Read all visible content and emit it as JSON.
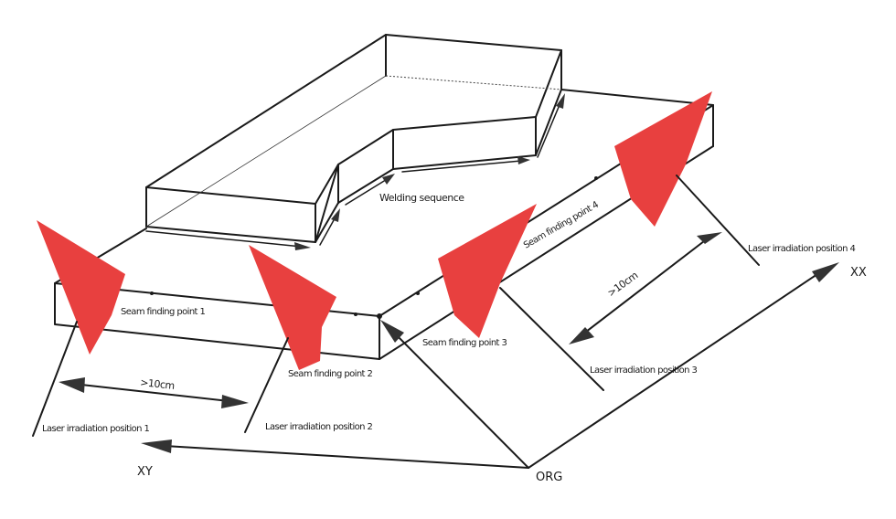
{
  "diagram": {
    "title": "Laser seam finding and irradiation positions",
    "labels": {
      "welding_sequence": "Welding sequence",
      "seam_point_1": "Seam finding point 1",
      "seam_point_2": "Seam finding point 2",
      "seam_point_3": "Seam finding point 3",
      "seam_point_4": "Seam finding point 4",
      "laser_pos_1": "Laser irradiation position 1",
      "laser_pos_2": "Laser irradiation position 2",
      "laser_pos_3": "Laser irradiation position 3",
      "laser_pos_4": "Laser irradiation position 4",
      "distance_front": ">10cm",
      "distance_side": ">10cm",
      "axis_xy": "XY",
      "axis_xx": "XX",
      "origin": "ORG"
    },
    "colors": {
      "laser_marker": "#e8403f",
      "line": "#1a1a1a",
      "arrow": "#333333"
    }
  }
}
